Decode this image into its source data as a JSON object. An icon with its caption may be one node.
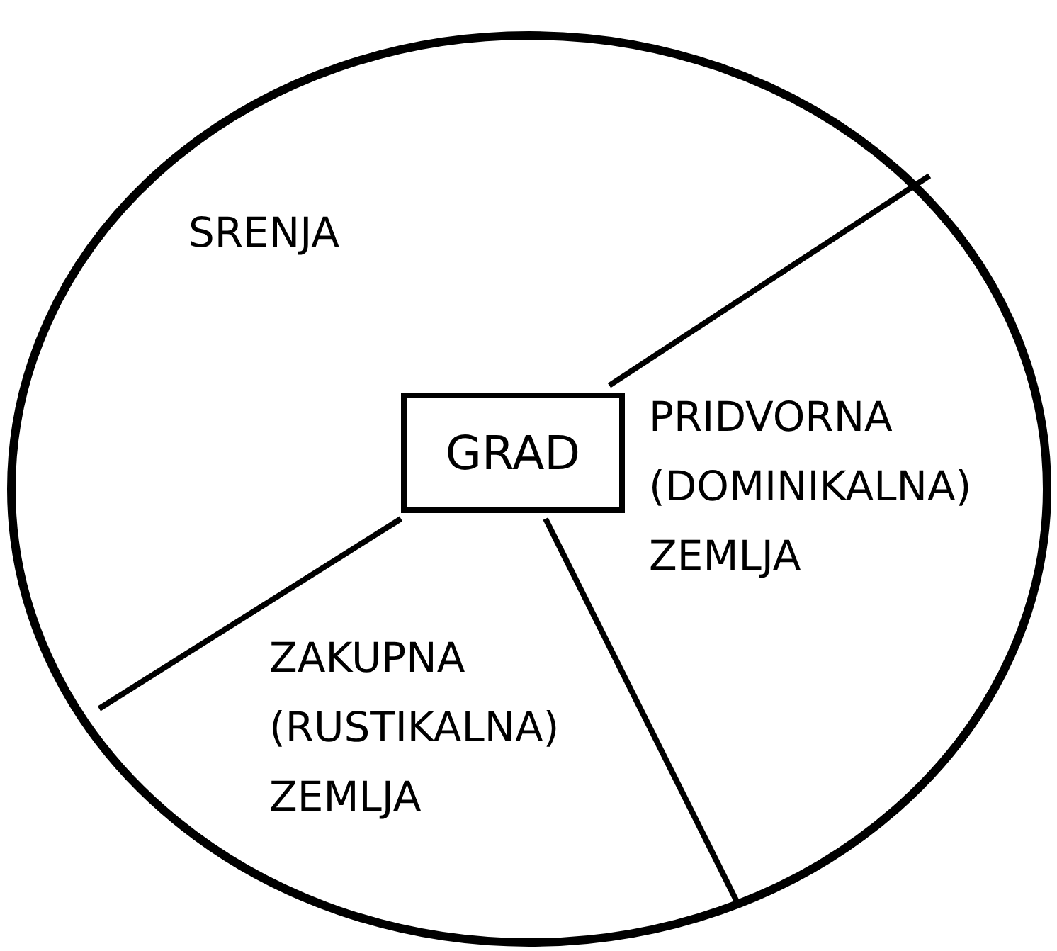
{
  "diagram": {
    "nodes": [
      {
        "text": [],
        "shape": "circle"
      },
      {
        "text": [
          "GRAD"
        ],
        "in": 0
      }
    ],
    "labels": [
      "SRENJA",
      "PRIDVORNA (DOMINIKALNA) ZEMLJA",
      "ZAKUPNA (RUSTIKALNA) ZEMLJA"
    ]
  }
}
